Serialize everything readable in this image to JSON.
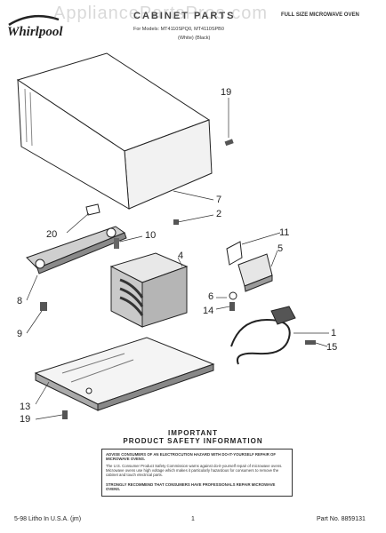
{
  "header": {
    "brand": "Whirlpool",
    "watermark": "AppliancePartsPros.com",
    "title": "CABINET PARTS",
    "subtitle": "FULL SIZE MICROWAVE OVEN",
    "models": "For Models: MT4110SPQ0, MT4110SPB0",
    "colors": "(White)      (Black)"
  },
  "callouts": [
    "19",
    "7",
    "2",
    "20",
    "10",
    "11",
    "5",
    "4",
    "8",
    "6",
    "14",
    "9",
    "1",
    "15",
    "13",
    "19"
  ],
  "safety": {
    "heading1": "IMPORTANT",
    "heading2": "PRODUCT SAFETY INFORMATION",
    "p1": "ADVISE CONSUMERS OF AN ELECTROCUTION HAZARD WITH DO-IT-YOURSELF REPAIR OF MICROWAVE OVENS.",
    "p2": "The U.S. Consumer Product Safety Commission warns against do-it-yourself repair of microwave ovens. Microwave ovens use high voltage which makes it particularly hazardous for consumers to remove the cabinet and touch electrical parts.",
    "p3": "STRONGLY RECOMMEND THAT CONSUMERS HAVE PROFESSIONALS REPAIR MICROWAVE OVENS."
  },
  "footer": {
    "left": "5-98 Litho In U.S.A. (jm)",
    "page": "1",
    "right": "Part No. 8859131"
  },
  "colors": {
    "ink": "#222222",
    "shade": "#9a9a9a",
    "dark": "#3a3a3a"
  }
}
